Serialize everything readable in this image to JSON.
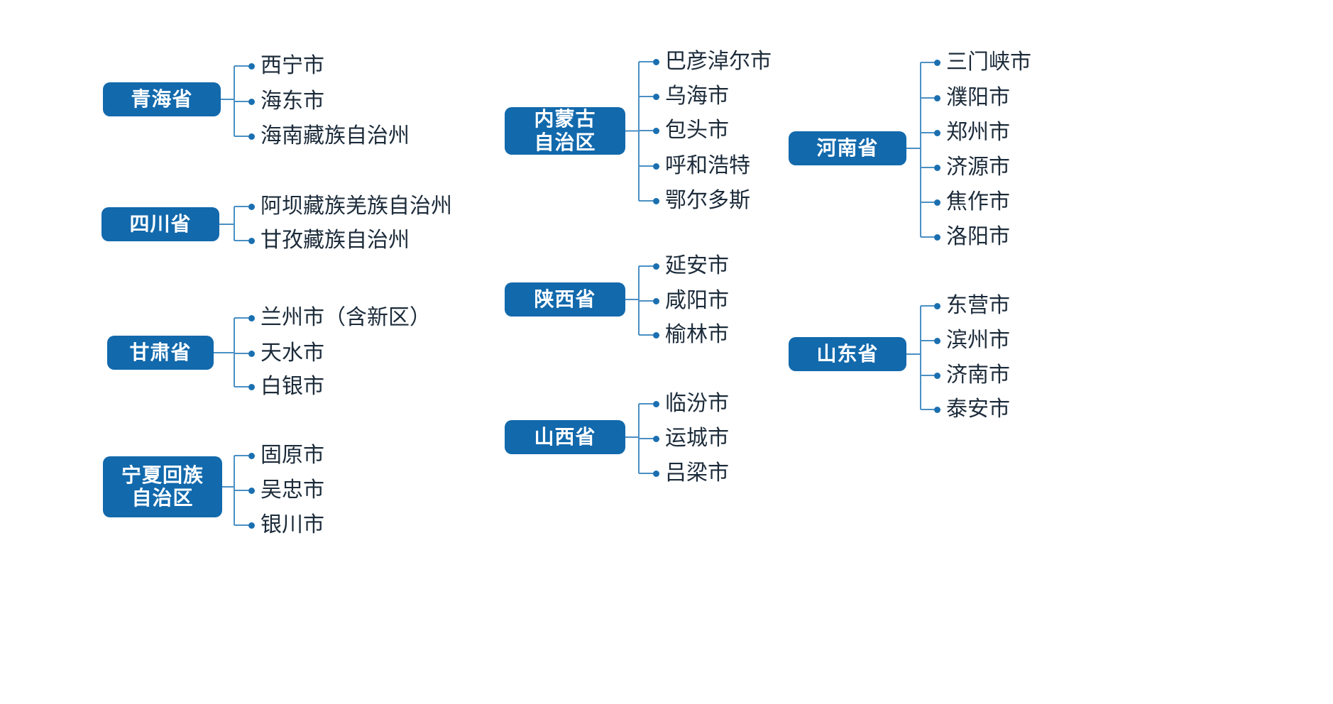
{
  "diagram": {
    "type": "hierarchy-bracket-tree",
    "title": "",
    "colors": {
      "node_box_fill": "#1269ac",
      "node_box_text": "#ffffff",
      "connector_line": "#4a90c4",
      "child_dot": "#1a6fb0",
      "child_text": "#1c2b3a",
      "background": "#ffffff"
    },
    "columns": [
      {
        "name": "column-left",
        "groups": [
          {
            "id": "qinghai",
            "label": "青海省",
            "label_lines": [
              "青海省"
            ],
            "children": [
              "西宁市",
              "海东市",
              "海南藏族自治州"
            ]
          },
          {
            "id": "sichuan",
            "label": "四川省",
            "label_lines": [
              "四川省"
            ],
            "children": [
              "阿坝藏族羌族自治州",
              "甘孜藏族自治州"
            ]
          },
          {
            "id": "gansu",
            "label": "甘肃省",
            "label_lines": [
              "甘肃省"
            ],
            "children": [
              "兰州市（含新区）",
              "天水市",
              "白银市"
            ]
          },
          {
            "id": "ningxia",
            "label": "宁夏回族自治区",
            "label_lines": [
              "宁夏回族",
              "自治区"
            ],
            "children": [
              "固原市",
              "吴忠市",
              "银川市"
            ]
          }
        ]
      },
      {
        "name": "column-middle",
        "groups": [
          {
            "id": "neimenggu",
            "label": "内蒙古自治区",
            "label_lines": [
              "内蒙古",
              "自治区"
            ],
            "children": [
              "巴彦淖尔市",
              "乌海市",
              "包头市",
              "呼和浩特",
              "鄂尔多斯"
            ]
          },
          {
            "id": "shaanxi",
            "label": "陕西省",
            "label_lines": [
              "陕西省"
            ],
            "children": [
              "延安市",
              "咸阳市",
              "榆林市"
            ]
          },
          {
            "id": "shanxi",
            "label": "山西省",
            "label_lines": [
              "山西省"
            ],
            "children": [
              "临汾市",
              "运城市",
              "吕梁市"
            ]
          }
        ]
      },
      {
        "name": "column-right",
        "groups": [
          {
            "id": "henan",
            "label": "河南省",
            "label_lines": [
              "河南省"
            ],
            "children": [
              "三门峡市",
              "濮阳市",
              "郑州市",
              "济源市",
              "焦作市",
              "洛阳市"
            ]
          },
          {
            "id": "shandong",
            "label": "山东省",
            "label_lines": [
              "山东省"
            ],
            "children": [
              "东营市",
              "滨州市",
              "济南市",
              "泰安市"
            ]
          }
        ]
      }
    ]
  }
}
